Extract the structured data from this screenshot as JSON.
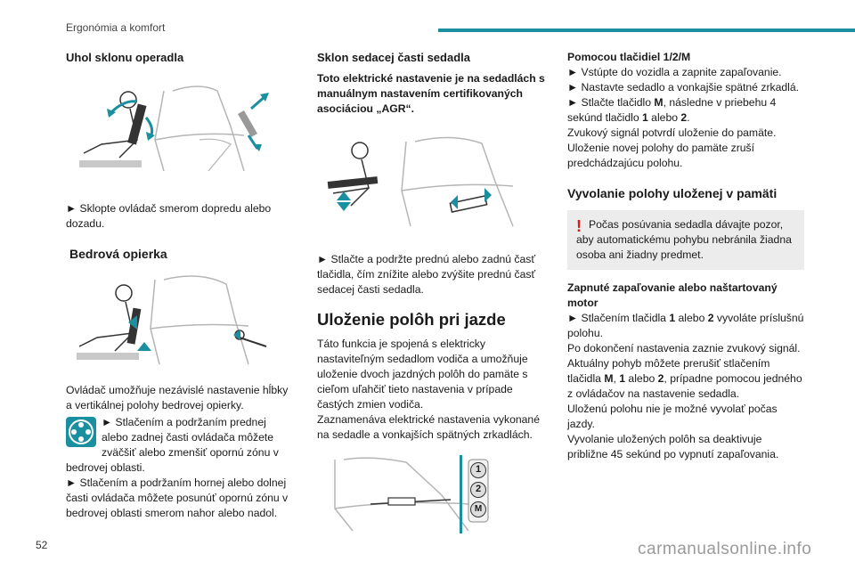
{
  "header": {
    "section": "Ergonómia a komfort"
  },
  "page_number": "52",
  "watermark": "carmanualsonline.info",
  "col1": {
    "title1": "Uhol sklonu operadla",
    "text1": "► Sklopte ovládač smerom dopredu alebo dozadu.",
    "title2": "Bedrová opierka",
    "text2": "Ovládač umožňuje nezávislé nastavenie hĺbky a vertikálnej polohy bedrovej opierky.",
    "text3": "► Stlačením a podržaním prednej alebo zadnej časti ovládača môžete zväčšiť alebo zmenšiť opornú zónu v bedrovej oblasti.",
    "text4": "► Stlačením a podržaním hornej alebo dolnej časti ovládača môžete posunúť opornú zónu v bedrovej oblasti smerom nahor alebo nadol."
  },
  "col2": {
    "title1": "Sklon sedacej časti sedadla",
    "bold1": "Toto elektrické nastavenie je na sedadlách s manuálnym nastavením certifikovaných asociáciou „AGR“.",
    "text1": "► Stlačte a podržte prednú alebo zadnú časť tlačidla, čím znížite alebo zvýšite prednú časť sedacej časti sedadla.",
    "title2": "Uloženie polôh pri jazde",
    "text2": "Táto funkcia je spojená s elektricky nastaviteľným sedadlom vodiča a umožňuje uloženie dvoch jazdných polôh do pamäte s cieľom uľahčiť tieto nastavenia v prípade častých zmien vodiča.",
    "text3": "Zaznamenáva elektrické nastavenia vykonané na sedadle a vonkajších spätných zrkadlách.",
    "buttons": [
      "1",
      "2",
      "M"
    ]
  },
  "col3": {
    "bold1": "Pomocou tlačidiel 1/2/M",
    "step1": "► Vstúpte do vozidla a zapnite zapaľovanie.",
    "step2": "► Nastavte sedadlo a vonkajšie spätné zrkadlá.",
    "step3a": "► Stlačte tlačidlo ",
    "step3b": "M",
    "step3c": ", následne v priebehu 4 sekúnd tlačidlo ",
    "step3d": "1",
    "step3e": " alebo ",
    "step3f": "2",
    "step3g": ".",
    "text1": "Zvukový signál potvrdí uloženie do pamäte.",
    "text2": "Uloženie novej polohy do pamäte zruší predchádzajúcu polohu.",
    "title1": "Vyvolanie polohy uloženej v pamäti",
    "warning": "Počas posúvania sedadla dávajte pozor, aby automatickému pohybu nebránila žiadna osoba ani žiadny predmet.",
    "bold2": "Zapnuté zapaľovanie alebo naštartovaný motor",
    "t1a": "► Stlačením tlačidla ",
    "t1b": "1",
    "t1c": " alebo ",
    "t1d": "2",
    "t1e": " vyvoláte príslušnú polohu.",
    "text3": "Po dokončení nastavenia zaznie zvukový signál.",
    "t2a": "Aktuálny pohyb môžete prerušiť stlačením tlačidla ",
    "t2b": "M",
    "t2c": ", ",
    "t2d": "1",
    "t2e": " alebo ",
    "t2f": "2",
    "t2g": ", prípadne pomocou jedného z ovládačov na nastavenie sedadla.",
    "text4": "Uloženú polohu nie je možné vyvolať počas jazdy.",
    "text5": "Vyvolanie uložených polôh sa deaktivuje približne 45 sekúnd po vypnutí zapaľovania."
  },
  "colors": {
    "accent": "#1a8fa0",
    "warning": "#e0161a",
    "box": "#ececec"
  }
}
